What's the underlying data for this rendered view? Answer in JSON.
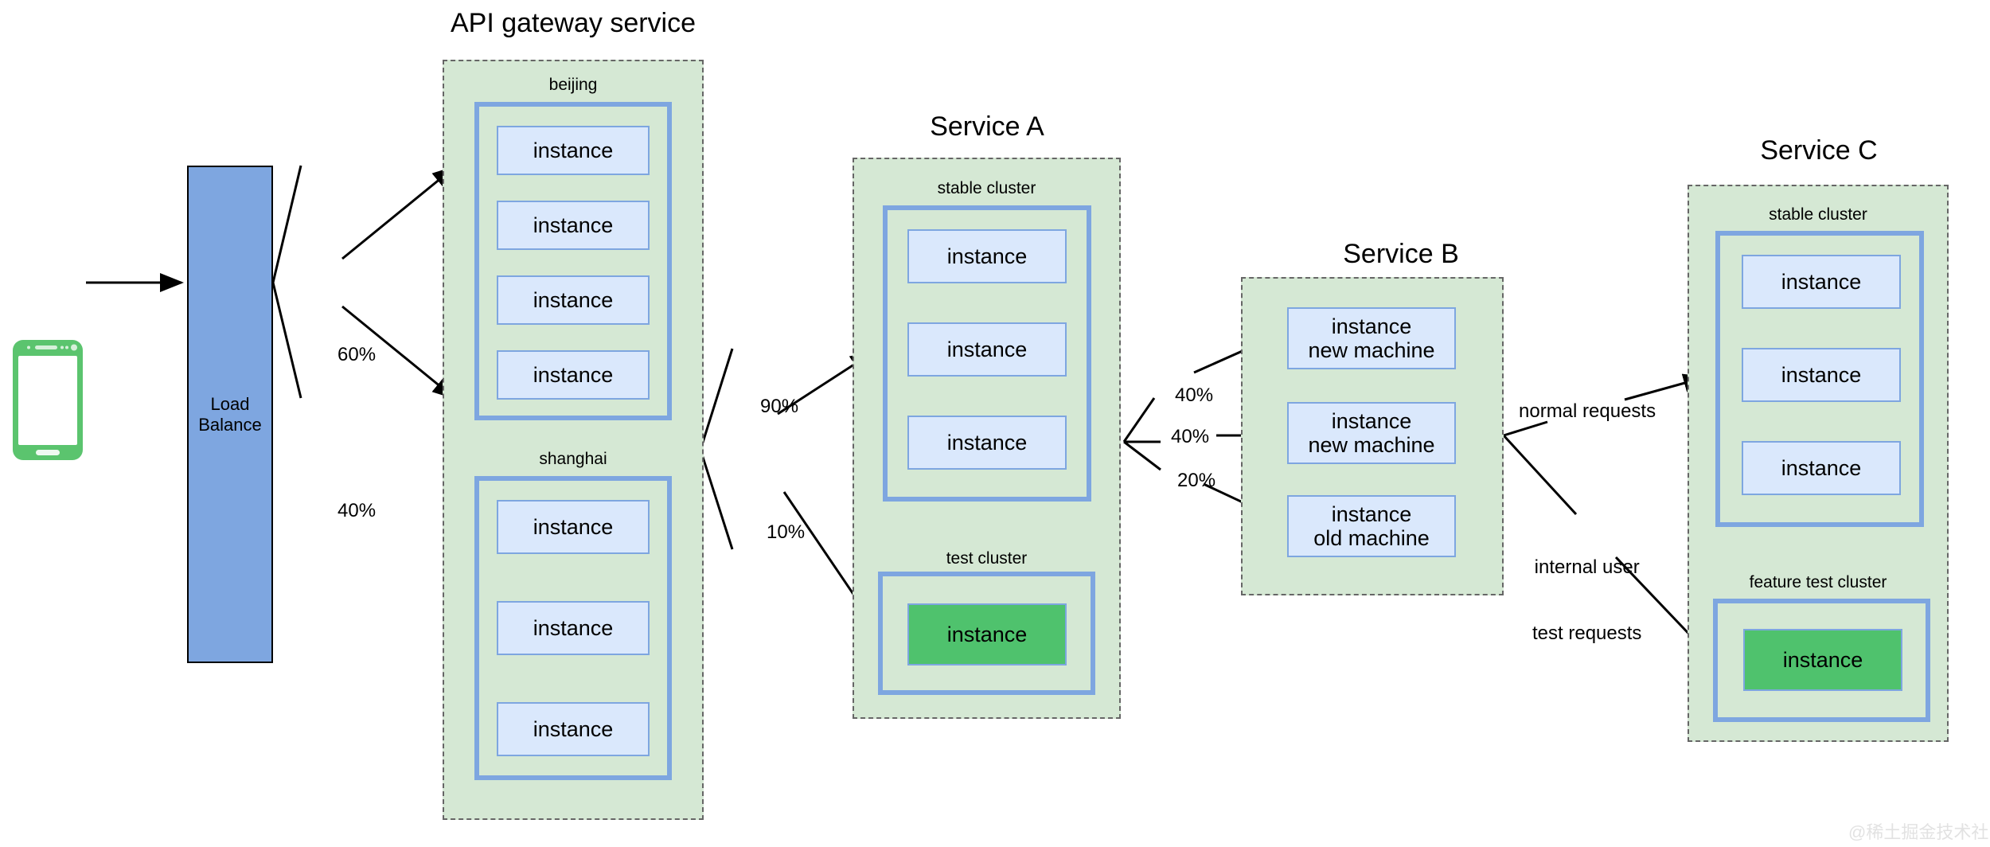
{
  "diagram": {
    "title_hidden": "microservice traffic routing architecture",
    "watermark": "@稀土掘金技术社区",
    "colors": {
      "group_fill": "#d5e8d4",
      "group_border": "#666666",
      "cluster_border": "#7ea6e0",
      "instance_fill": "#dae8fc",
      "instance_border": "#7ea6e0",
      "green_instance_fill": "#4fc26d",
      "load_balancer_fill": "#7ea6e0",
      "phone_color": "#5bc46e",
      "edge_color": "#000000"
    }
  },
  "client": {
    "icon": "mobile-phone-icon",
    "label": ""
  },
  "load_balancer": {
    "label": "Load\nBalance",
    "line1": "Load",
    "line2": "Balance"
  },
  "groups": [
    {
      "id": "api-gateway-service",
      "title": "API gateway service",
      "clusters": [
        {
          "id": "beijing",
          "label": "beijing",
          "instances": [
            {
              "line1": "instance",
              "line2": "",
              "style": "blue"
            },
            {
              "line1": "instance",
              "line2": "",
              "style": "blue"
            },
            {
              "line1": "instance",
              "line2": "",
              "style": "blue"
            },
            {
              "line1": "instance",
              "line2": "",
              "style": "blue"
            }
          ]
        },
        {
          "id": "shanghai",
          "label": "shanghai",
          "instances": [
            {
              "line1": "instance",
              "line2": "",
              "style": "blue"
            },
            {
              "line1": "instance",
              "line2": "",
              "style": "blue"
            },
            {
              "line1": "instance",
              "line2": "",
              "style": "blue"
            }
          ]
        }
      ]
    },
    {
      "id": "service-a",
      "title": "Service A",
      "clusters": [
        {
          "id": "service-a-stable-cluster",
          "label": "stable cluster",
          "instances": [
            {
              "line1": "instance",
              "line2": "",
              "style": "blue"
            },
            {
              "line1": "instance",
              "line2": "",
              "style": "blue"
            },
            {
              "line1": "instance",
              "line2": "",
              "style": "blue"
            }
          ]
        },
        {
          "id": "service-a-test-cluster",
          "label": "test cluster",
          "instances": [
            {
              "line1": "instance",
              "line2": "",
              "style": "green"
            }
          ]
        }
      ]
    },
    {
      "id": "service-b",
      "title": "Service B",
      "clusters": [],
      "instances": [
        {
          "line1": "instance",
          "line2": "new machine",
          "style": "blue"
        },
        {
          "line1": "instance",
          "line2": "new machine",
          "style": "blue"
        },
        {
          "line1": "instance",
          "line2": "old machine",
          "style": "blue"
        }
      ]
    },
    {
      "id": "service-c",
      "title": "Service C",
      "clusters": [
        {
          "id": "service-c-stable-cluster",
          "label": "stable cluster",
          "instances": [
            {
              "line1": "instance",
              "line2": "",
              "style": "blue"
            },
            {
              "line1": "instance",
              "line2": "",
              "style": "blue"
            },
            {
              "line1": "instance",
              "line2": "",
              "style": "blue"
            }
          ]
        },
        {
          "id": "service-c-feature-test-cluster",
          "label": "feature test cluster",
          "instances": [
            {
              "line1": "instance",
              "line2": "",
              "style": "green"
            }
          ]
        }
      ]
    }
  ],
  "edge_labels": {
    "lb_to_beijing": "60%",
    "lb_to_shanghai": "40%",
    "gw_to_stable_a": "90%",
    "gw_to_test_a": "10%",
    "a_to_b_new_1": "40%",
    "a_to_b_new_2": "40%",
    "a_to_b_old": "20%",
    "b_to_c_normal": "normal requests",
    "b_to_c_internal_line1": "internal user",
    "b_to_c_internal_line2": "test requests"
  }
}
